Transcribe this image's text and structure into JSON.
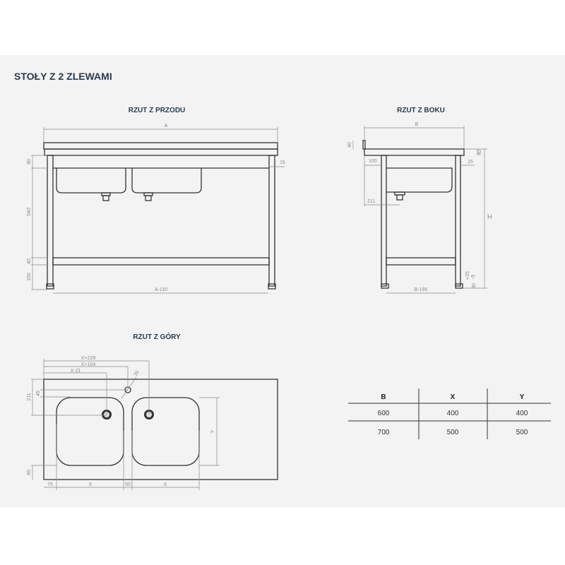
{
  "title": "STOŁY Z 2 ZLEWAMI",
  "front": {
    "heading": "RZUT Z PRZODU",
    "dims": {
      "a": "A",
      "a110": "A-110",
      "d80": "80",
      "d540": "540",
      "d40": "40",
      "d150": "150",
      "d15": "15"
    }
  },
  "side": {
    "heading": "RZUT Z BOKU",
    "dims": {
      "b": "B",
      "b195": "B-195",
      "h": "H",
      "d40a": "40",
      "d40b": "40",
      "d100": "100",
      "d211": "211",
      "d15": "15",
      "d25": "+25",
      "d5": "-5",
      "d30": "30"
    }
  },
  "top": {
    "heading": "RZUT Z GÓRY",
    "dims": {
      "x229": "X+229",
      "x104": "X+104",
      "x21": "X-21",
      "d35": "35",
      "d211": "211",
      "d45": "45",
      "d85": "85",
      "d75": "75",
      "x1": "X",
      "d50": "50",
      "x2": "X",
      "y": "Y"
    }
  },
  "table": {
    "headers": [
      "B",
      "X",
      "Y"
    ],
    "rows": [
      [
        "600",
        "400",
        "400"
      ],
      [
        "700",
        "500",
        "500"
      ]
    ]
  }
}
